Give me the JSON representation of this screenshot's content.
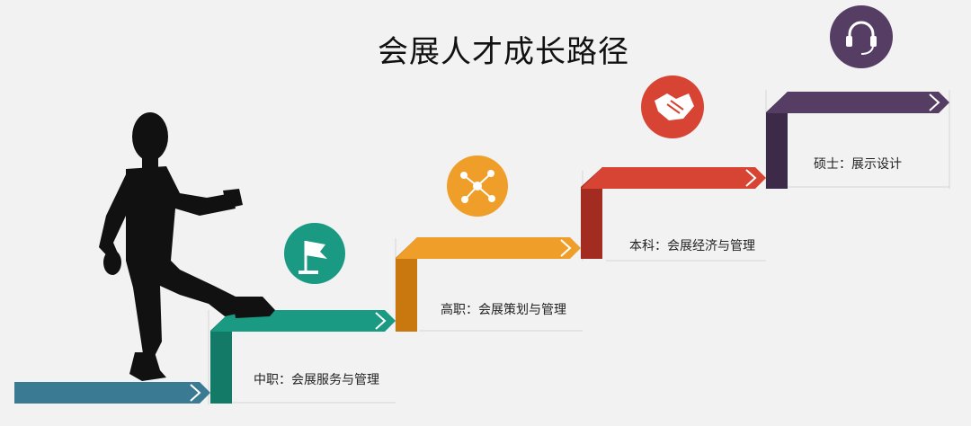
{
  "title": "会展人才成长路径",
  "steps": [
    {
      "label": "中职：会展服务与管理",
      "color": "#1a9a82",
      "dark": "#127a66",
      "icon": "flag-icon"
    },
    {
      "label": "高职：会展策划与管理",
      "color": "#f09e2a",
      "dark": "#c8780e",
      "icon": "network-icon"
    },
    {
      "label": "本科：会展经济与管理",
      "color": "#d84433",
      "dark": "#a32c20",
      "icon": "handshake-icon"
    },
    {
      "label": "硕士：展示设计",
      "color": "#553d63",
      "dark": "#3d2a49",
      "icon": "headset-icon"
    }
  ],
  "base_color": "#3a7a93"
}
